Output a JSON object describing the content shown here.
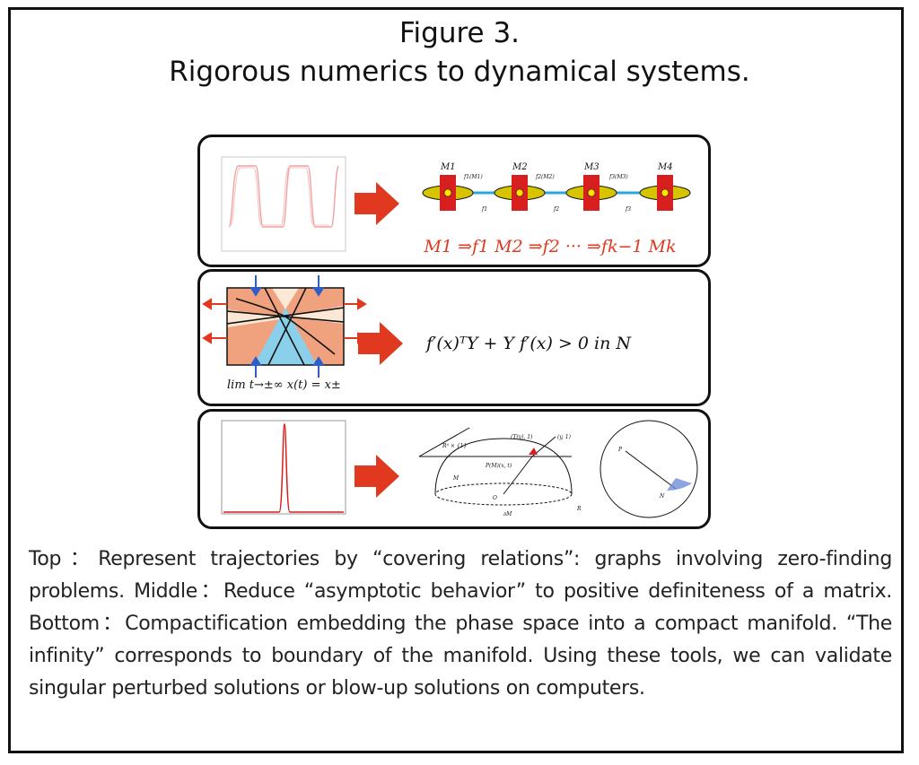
{
  "figure": {
    "title_line1": "Figure 3.",
    "title_line2": "Rigorous numerics to dynamical systems."
  },
  "top_panel": {
    "node_labels": [
      "M1",
      "M2",
      "M3",
      "M4"
    ],
    "map_labels_upper": [
      "f1(M1)",
      "f2(M2)",
      "f3(M3)"
    ],
    "map_labels_lower": [
      "f1",
      "f2",
      "f3"
    ],
    "chain_formula": "M1 ⇒f1 M2 ⇒f2 ··· ⇒fk−1 Mk"
  },
  "middle_panel": {
    "limit_formula": "lim t→±∞ x(t) = x±",
    "matrix_condition": "f′(x)ᵀY + Y f′(x) > 0 in N"
  },
  "bottom_panel": {
    "sphere_labels": [
      "Rⁿ × {1}",
      "(T(y), 1)",
      "(y, 1)",
      "P(M)(x, t)",
      "M",
      "O",
      "∂M",
      "R"
    ],
    "disk_labels": [
      "P",
      "N"
    ]
  },
  "caption": {
    "lines": [
      "Top：Represent trajectories by “covering relations”: graphs involving zero-finding",
      "problems. Middle：Reduce “asymptotic behavior” to positive definiteness of a matrix.",
      "Bottom：Compactification embedding the phase space into a compact manifold. “The",
      "infinity” corresponds to boundary of the manifold. Using these tools, we can validate",
      "singular perturbed solutions or blow-up solutions on computers."
    ]
  },
  "colors": {
    "arrow_red": "#e0391f",
    "cylinder_red": "#d81f1f",
    "disk_yellow": "#d7c400",
    "link_blue": "#2aa7e0",
    "sector_orange": "#f0a27f",
    "sector_blue": "#8ad0ea",
    "curve_pink": "#f2a0a0"
  }
}
